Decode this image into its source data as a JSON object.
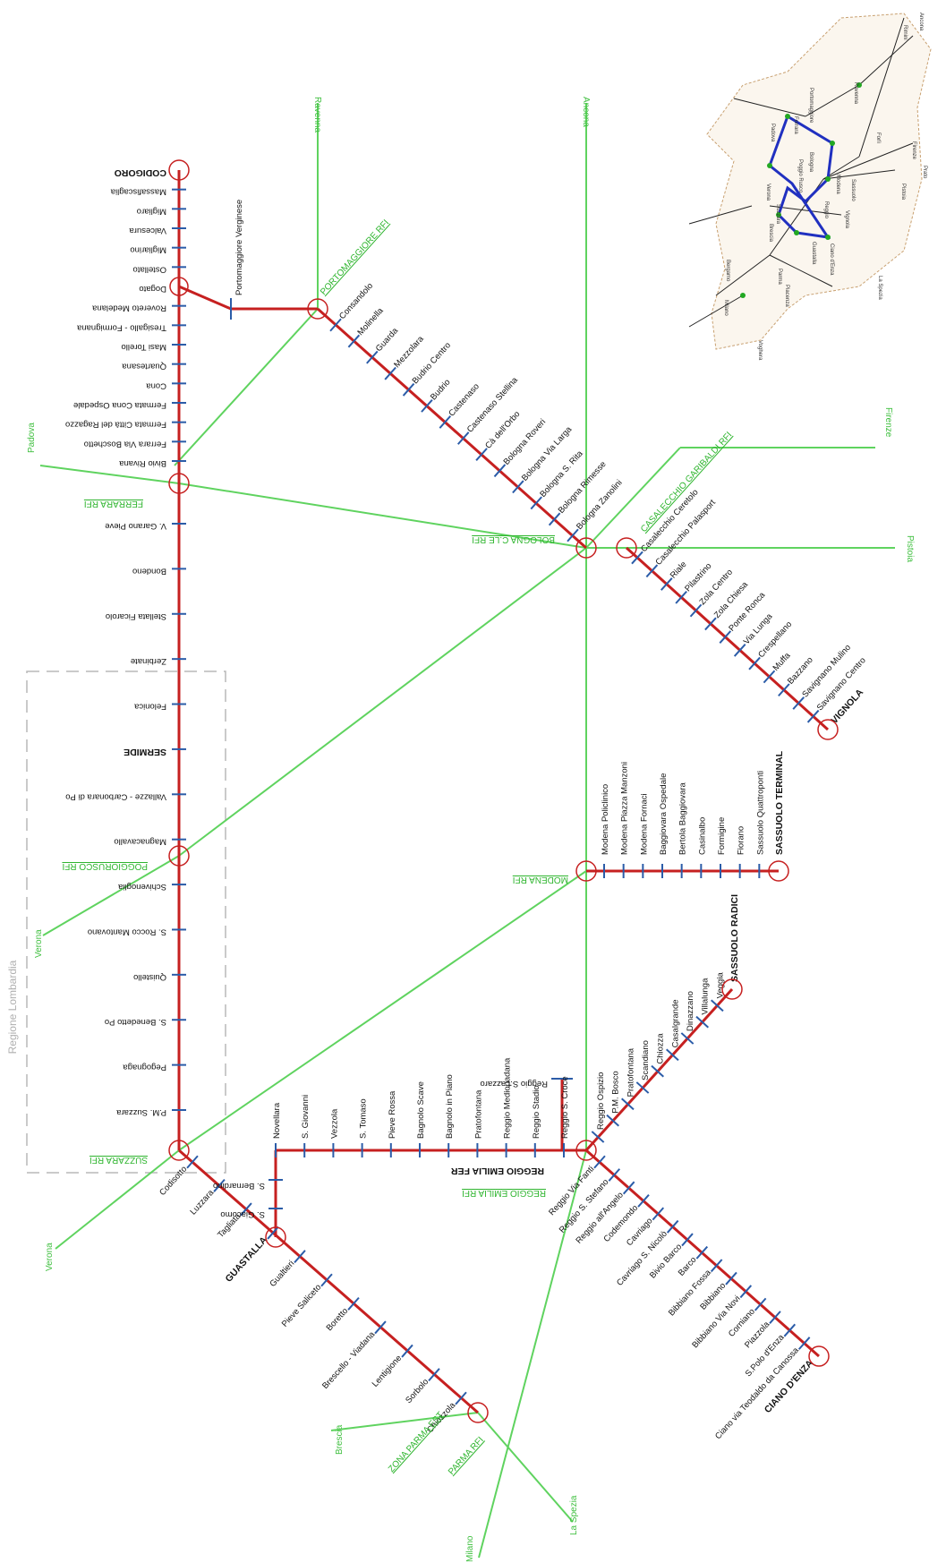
{
  "region_label": "Regione Lombardia",
  "destinations": [
    "Ravenna",
    "Ancona",
    "Firenze",
    "Pistoia",
    "Padova",
    "Verona",
    "Verona",
    "Verona",
    "Brescia",
    "Milano",
    "La Spezia"
  ],
  "rfi_stations": [
    "FERRARA RFI",
    "BOLOGNA C.LE RFI",
    "PORTOMAGGIORE RFI",
    "CASALECCHIO GARIBALDI RFI",
    "MODENA RFI",
    "POGGIORUSCO RFI",
    "SUZZARA RFI",
    "REGGIO EMILIA RFI",
    "PARMA RFI",
    "ZONA PARMA EST"
  ],
  "lines": {
    "codigoro": {
      "stations": [
        "CODIGORO",
        "Massafiscaglia",
        "Migliaro",
        "Valcesura",
        "Migliarino",
        "Ostellato",
        "Dogato",
        "Rovereto Medelana",
        "Tresigallo - Formignana",
        "Masi Torello",
        "Quartesana",
        "Cona",
        "Fermata Cona Ospedale",
        "Fermata Città del Ragazzo",
        "Ferrara Via Boschetto",
        "Bivio Rivana"
      ],
      "branch": "Portomaggiore Verginese"
    },
    "suzzara": {
      "stations": [
        "V. Garano Pieve",
        "Bondeno",
        "Stellata Ficarolo",
        "Zerbinate",
        "Felonica",
        "SERMIDE",
        "Vallazze - Carbonara di Po",
        "Magnacavallo",
        "Schivenoglia",
        "S. Rocco Mantovano",
        "Quistello",
        "S. Benedetto Po",
        "Pegognaga",
        "P.M. Suzzara"
      ]
    },
    "portomaggiore": {
      "stations": [
        "Consandolo",
        "Molinella",
        "Guarda",
        "Mezzolara",
        "Budrio Centro",
        "Budrio",
        "Castenaso",
        "Castenaso Stellina",
        "Cà dell'Orbo",
        "Bologna Roveri",
        "Bologna Via Larga",
        "Bologna S. Rita",
        "Bologna Rimesse",
        "Bologna Zanolini"
      ]
    },
    "vignola": {
      "stations": [
        "Casalecchio Ceretolo",
        "Casalecchio Palasport",
        "Riale",
        "Pilastrino",
        "Zola Centro",
        "Zola Chiesa",
        "Ponte Ronca",
        "Via Lunga",
        "Crespellano",
        "Muffa",
        "Bazzano",
        "Savignano Mulino",
        "Savignano Centro",
        "VIGNOLA"
      ]
    },
    "sassuolo_modena": {
      "stations": [
        "Modena Policlinico",
        "Modena Piazza Manzoni",
        "Modena Fornaci",
        "Baggiovara Ospedale",
        "Bertola Baggiovara",
        "Casinalbo",
        "Formigine",
        "Fiorano",
        "Sassuolo Quattroponti",
        "SASSUOLO TERMINAL"
      ]
    },
    "sassuolo_reggio": {
      "stations": [
        "Reggio Ospizio",
        "P.M. Bosco",
        "Pratofontana",
        "Scandiano",
        "Chiozza",
        "Casalgrande",
        "Dinazzano",
        "Villalunga",
        "Veggia",
        "SASSUOLO RADICI"
      ],
      "branch": "Reggio S.Lazzaro"
    },
    "ciano": {
      "stations": [
        "Reggio Via Fanti",
        "Reggio S. Stefano",
        "Reggio all'Angelo",
        "Codemondo",
        "Cavriago",
        "Cavriago S. Nicolò",
        "Bivio Barco",
        "Barco",
        "Bibbiano Fossa",
        "Bibbiano",
        "Bibbiano Via Novi",
        "Corniano",
        "Piazzola",
        "S.Polo d'Enza",
        "Ciano via Teodaldo da Canossa",
        "CIANO D'ENZA"
      ]
    },
    "guastalla": {
      "stations": [
        "REGGIO EMILIA FER",
        "Reggio S. Croce",
        "Reggio Stadio",
        "Reggio Mediopadana",
        "Pratofontana",
        "Bagnolo in Piano",
        "Bagnolo Scave",
        "Pieve Rossa",
        "S. Tomaso",
        "Vezzola",
        "S. Giovanni",
        "Novellara",
        "S. Bernardino",
        "S. Giacomo",
        "GUASTALLA"
      ]
    },
    "parma": {
      "stations": [
        "Codisotto",
        "Luzzara",
        "Tagliata",
        "GUASTALLA",
        "Gualtieri",
        "Pieve Saliceto",
        "Boretto",
        "Brescello - Viadana",
        "Lentigione",
        "Sorbolo",
        "Chiozzola"
      ]
    }
  },
  "inset_labels": [
    "Ancona",
    "Rimini",
    "Ravenna",
    "Portomaggiore",
    "Ferrara",
    "Forlì",
    "Bologna",
    "Padova",
    "Poggio Rusco",
    "Firenze",
    "Prato",
    "Verona",
    "Suzzara",
    "Modena",
    "Sassuolo",
    "Vignola",
    "Pistoia",
    "Brescia",
    "Reggio",
    "Guastalla",
    "Ciano d'Enza",
    "Bergamo",
    "Parma",
    "La Spezia",
    "Milano",
    "Piacenza",
    "Voghera"
  ]
}
